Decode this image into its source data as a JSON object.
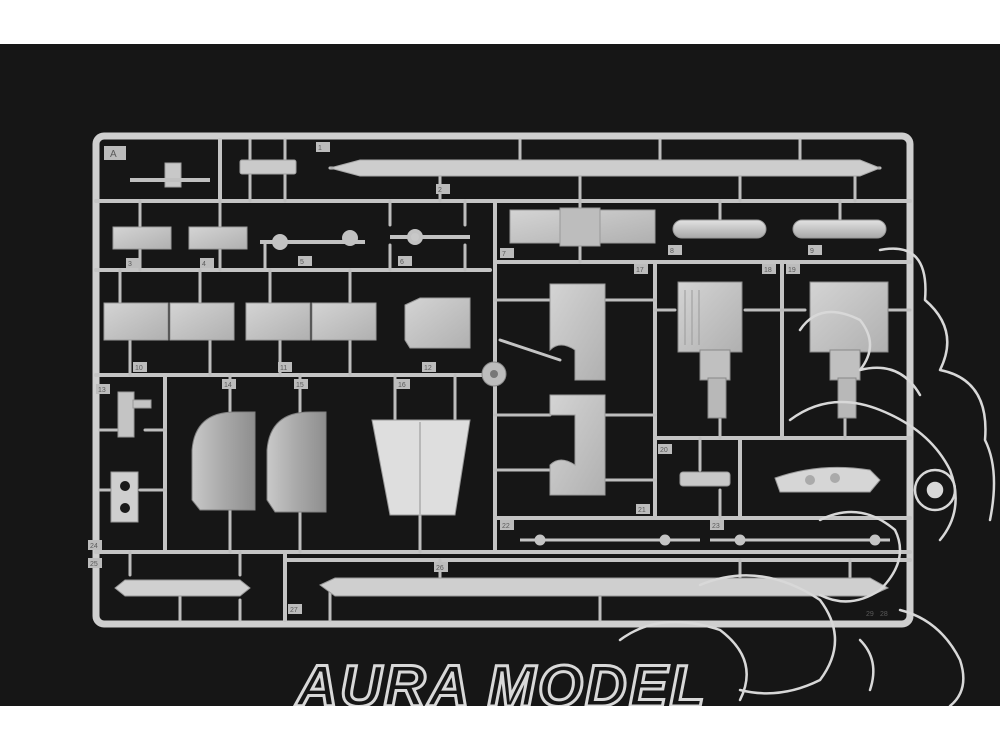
{
  "photo": {
    "subject": "plastic-model-sprue",
    "background_color": "#161616",
    "plastic_color": "#c8c8c8",
    "frame_color": "#cfcfcf"
  },
  "sprue": {
    "letter": "A",
    "part_numbers": [
      "1",
      "2",
      "3",
      "4",
      "5",
      "6",
      "7",
      "8",
      "9",
      "10",
      "11",
      "12",
      "13",
      "14",
      "15",
      "16",
      "17",
      "18",
      "19",
      "20",
      "21",
      "22",
      "23",
      "24",
      "25",
      "26",
      "27",
      "28",
      "29"
    ]
  },
  "watermark": {
    "text": "AURA MODEL",
    "color": "#d8d8d8"
  }
}
